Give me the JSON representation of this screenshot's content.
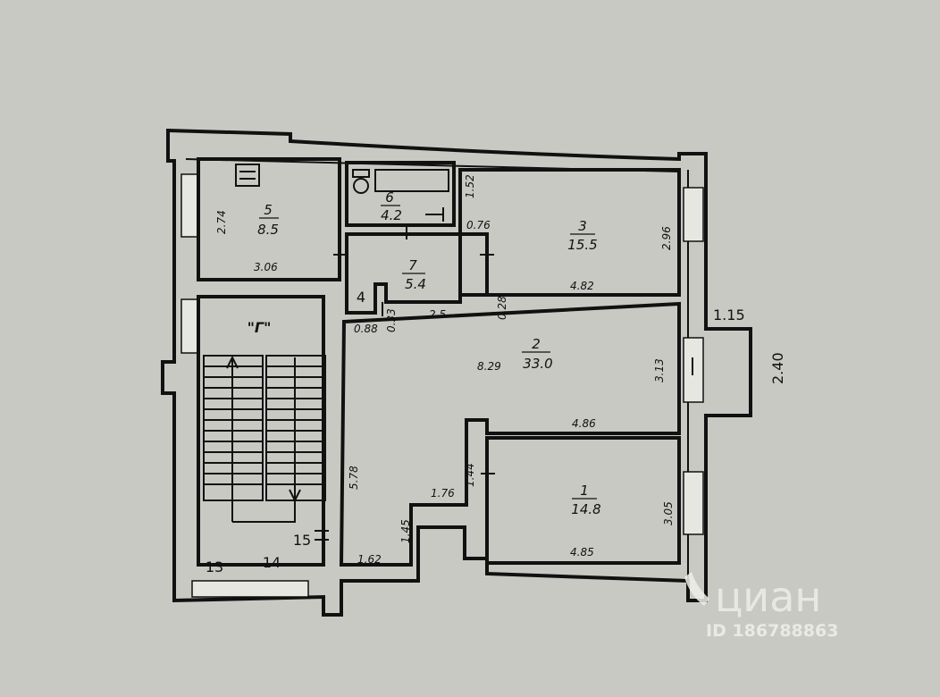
{
  "rooms": [
    {
      "id": "5",
      "area": "8.5"
    },
    {
      "id": "6",
      "area": "4.2"
    },
    {
      "id": "3",
      "area": "15.5"
    },
    {
      "id": "7",
      "area": "5.4"
    },
    {
      "id": "2",
      "area": "33.0"
    },
    {
      "id": "1",
      "area": "14.8"
    },
    {
      "id": "4",
      "area": ""
    },
    {
      "id": "\"Г\"",
      "area": ""
    },
    {
      "id": "15",
      "area": ""
    },
    {
      "id": "13",
      "area": ""
    },
    {
      "id": "14",
      "area": ""
    }
  ],
  "dimensions": [
    "2.74",
    "3.06",
    "1.52",
    "0.76",
    "2.96",
    "4.82",
    "0.33",
    "2.5",
    "0.28",
    "0.88",
    "8.29",
    "3.13",
    "4.86",
    "5.78",
    "1.44",
    "1.76",
    "3.05",
    "4.85",
    "1.45",
    "1.62",
    "1.15",
    "2.40"
  ],
  "watermark": {
    "brand": "циан",
    "id_text": "ID 186788863"
  }
}
